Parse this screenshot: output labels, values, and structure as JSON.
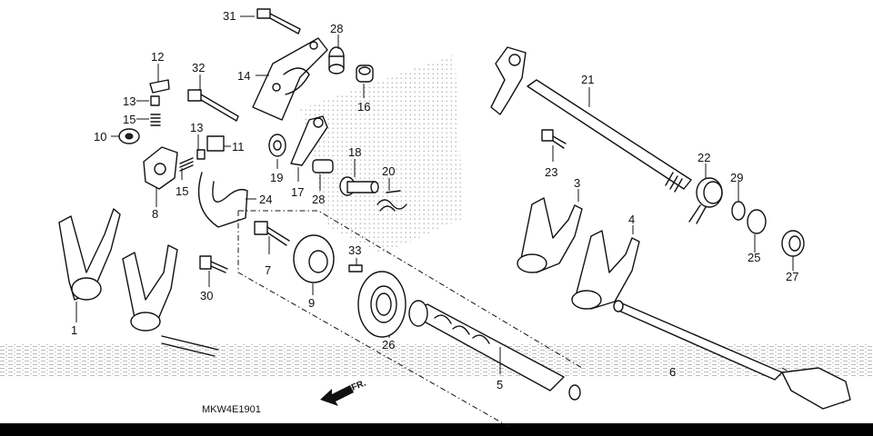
{
  "callouts": {
    "c1": "1",
    "c3": "3",
    "c4": "4",
    "c5": "5",
    "c6": "6",
    "c7": "7",
    "c8": "8",
    "c9": "9",
    "c10": "10",
    "c11": "11",
    "c12": "12",
    "c13a": "13",
    "c13b": "13",
    "c14": "14",
    "c15a": "15",
    "c15b": "15",
    "c16": "16",
    "c17": "17",
    "c18": "18",
    "c19": "19",
    "c20": "20",
    "c21": "21",
    "c22": "22",
    "c23": "23",
    "c24": "24",
    "c25": "25",
    "c26": "26",
    "c27": "27",
    "c28a": "28",
    "c28b": "28",
    "c29": "29",
    "c30": "30",
    "c31": "31",
    "c32": "32",
    "c33": "33"
  },
  "diagram_code": "MKW4E1901",
  "direction_label": "FR."
}
